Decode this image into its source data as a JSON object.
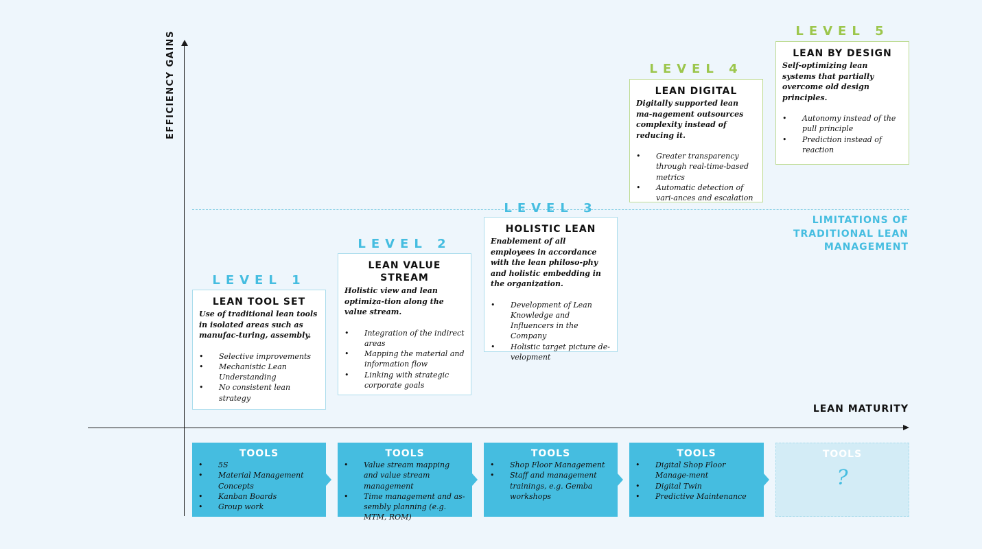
{
  "axes": {
    "y_label": "EFFICIENCY GAINS",
    "x_label": "LEAN MATURITY"
  },
  "limitation": {
    "lines": [
      "LIMITATIONS OF",
      "TRADITIONAL LEAN",
      "MANAGEMENT"
    ]
  },
  "levels": [
    {
      "label": "LEVEL 1",
      "title": "LEAN TOOL SET",
      "description": "Use of traditional lean tools in isolated areas such as manufac-turing, assembly.",
      "bullets": [
        "Selective improvements",
        "Mechanistic Lean Understanding",
        "No consistent lean strategy"
      ]
    },
    {
      "label": "LEVEL 2",
      "title": "LEAN VALUE STREAM",
      "description": "Holistic view and lean optimiza-tion along the value stream.",
      "bullets": [
        "Integration of the indirect areas",
        "Mapping the material and information flow",
        "Linking with strategic corporate goals"
      ]
    },
    {
      "label": "LEVEL 3",
      "title": "HOLISTIC LEAN",
      "description": "Enablement of all employees in accordance with the lean philoso-phy and holistic embedding in the organization.",
      "bullets": [
        "Development of Lean Knowledge and Influencers in the Company",
        "Holistic target picture de-velopment"
      ]
    },
    {
      "label": "LEVEL 4",
      "title": "LEAN DIGITAL",
      "description": "Digitally supported lean ma-nagement outsources complexity instead of reducing it.",
      "bullets": [
        "Greater transparency through real-time-based metrics",
        "Automatic detection of vari-ances and escalation"
      ]
    },
    {
      "label": "LEVEL 5",
      "title": "LEAN BY DESIGN",
      "description": "Self-optimizing lean systems that partially overcome old design principles.",
      "bullets": [
        "Autonomy instead of the pull principle",
        "Prediction instead of reaction"
      ]
    }
  ],
  "tools": [
    {
      "title": "TOOLS",
      "items": [
        "5S",
        "Material Management Concepts",
        "Kanban Boards",
        "Group work"
      ]
    },
    {
      "title": "TOOLS",
      "items": [
        "Value stream mapping and value stream management",
        "Time management and as-sembly planning (e.g. MTM, ROM)"
      ]
    },
    {
      "title": "TOOLS",
      "items": [
        "Shop Floor Management",
        "Staff and management trainings, e.g. Gemba workshops"
      ]
    },
    {
      "title": "TOOLS",
      "items": [
        "Digital Shop Floor Manage-ment",
        "Digital Twin",
        "Predictive Maintenance"
      ]
    },
    {
      "title": "TOOLS",
      "unknown": "?"
    }
  ],
  "colors": {
    "accent_blue": "#45bde0",
    "accent_green": "#9cc64c",
    "background": "#eef6fc"
  }
}
